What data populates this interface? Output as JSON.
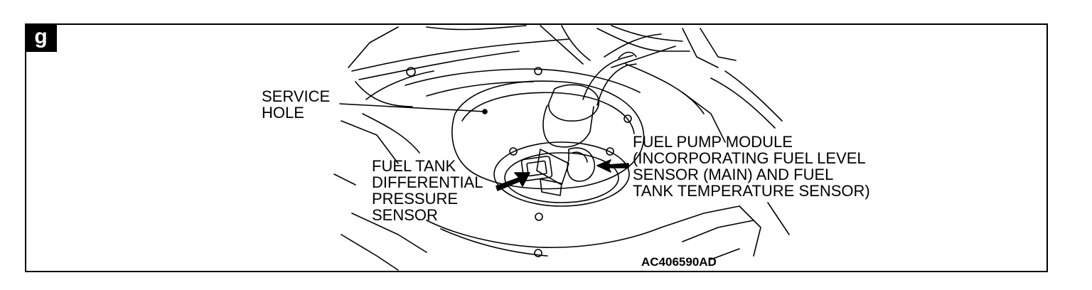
{
  "panel": {
    "tag": "g"
  },
  "callouts": {
    "service_hole": [
      "SERVICE",
      "HOLE"
    ],
    "pressure_sensor": [
      "FUEL TANK",
      "DIFFERENTIAL",
      "PRESSURE",
      "SENSOR"
    ],
    "pump_module": [
      "FUEL PUMP MODULE",
      "(INCORPORATING FUEL LEVEL",
      "SENSOR (MAIN) AND FUEL",
      "TANK TEMPERATURE SENSOR)"
    ]
  },
  "figure_id": "AC406590AD",
  "colors": {
    "ink": "#000000",
    "paper": "#ffffff"
  }
}
